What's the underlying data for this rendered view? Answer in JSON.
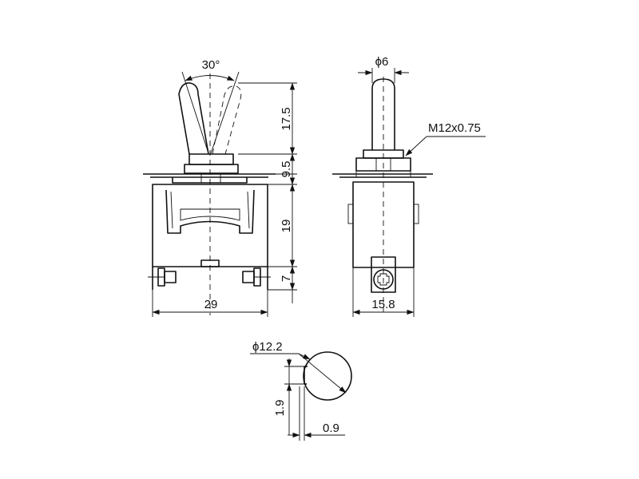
{
  "front_view": {
    "angle_label": "30°",
    "lever_height_label": "17.5",
    "bushing_height_label": "9.5",
    "body_height_label": "19",
    "terminal_height_label": "7",
    "width_label": "29"
  },
  "side_view": {
    "lever_diameter_label": "ϕ6",
    "thread_label": "M12x0.75",
    "width_label": "15.8"
  },
  "panel_cutout": {
    "diameter_label": "ϕ12.2",
    "key_height_label": "1.9",
    "key_width_label": "0.9"
  }
}
